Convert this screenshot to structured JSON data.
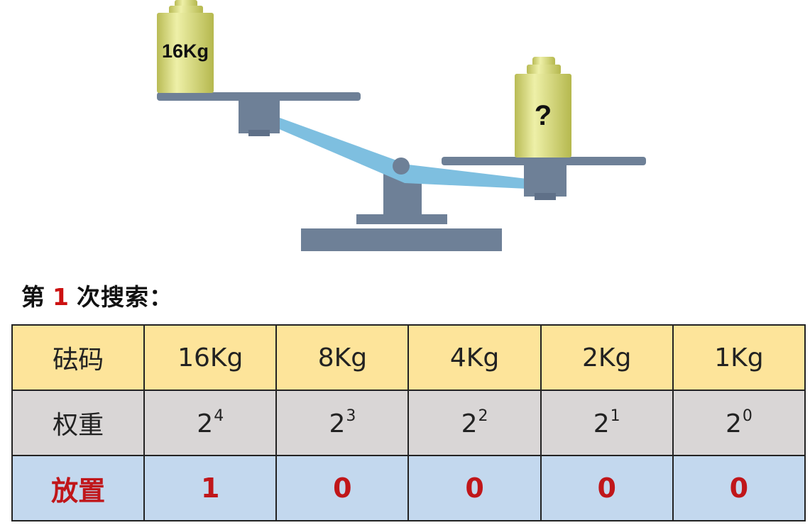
{
  "diagram": {
    "left_weight_label": "16Kg",
    "right_weight_label": "?"
  },
  "title": {
    "prefix": "第",
    "number": "1",
    "suffix": "次搜索："
  },
  "table": {
    "rows": [
      {
        "header": "砝码",
        "cells": [
          "16Kg",
          "8Kg",
          "4Kg",
          "2Kg",
          "1Kg"
        ]
      },
      {
        "header": "权重",
        "cells": [
          {
            "base": "2",
            "exp": "4"
          },
          {
            "base": "2",
            "exp": "3"
          },
          {
            "base": "2",
            "exp": "2"
          },
          {
            "base": "2",
            "exp": "1"
          },
          {
            "base": "2",
            "exp": "0"
          }
        ]
      },
      {
        "header": "放置",
        "cells": [
          "1",
          "0",
          "0",
          "0",
          "0"
        ]
      }
    ]
  },
  "colors": {
    "row_weight_bg": "#fde49a",
    "row_power_bg": "#d9d6d6",
    "row_place_bg": "#c3d8ee",
    "highlight_red": "#c0161a",
    "scale_gray": "#6e8097",
    "beam_blue": "#7ebfe0",
    "weight_khaki": "#d6d876"
  }
}
